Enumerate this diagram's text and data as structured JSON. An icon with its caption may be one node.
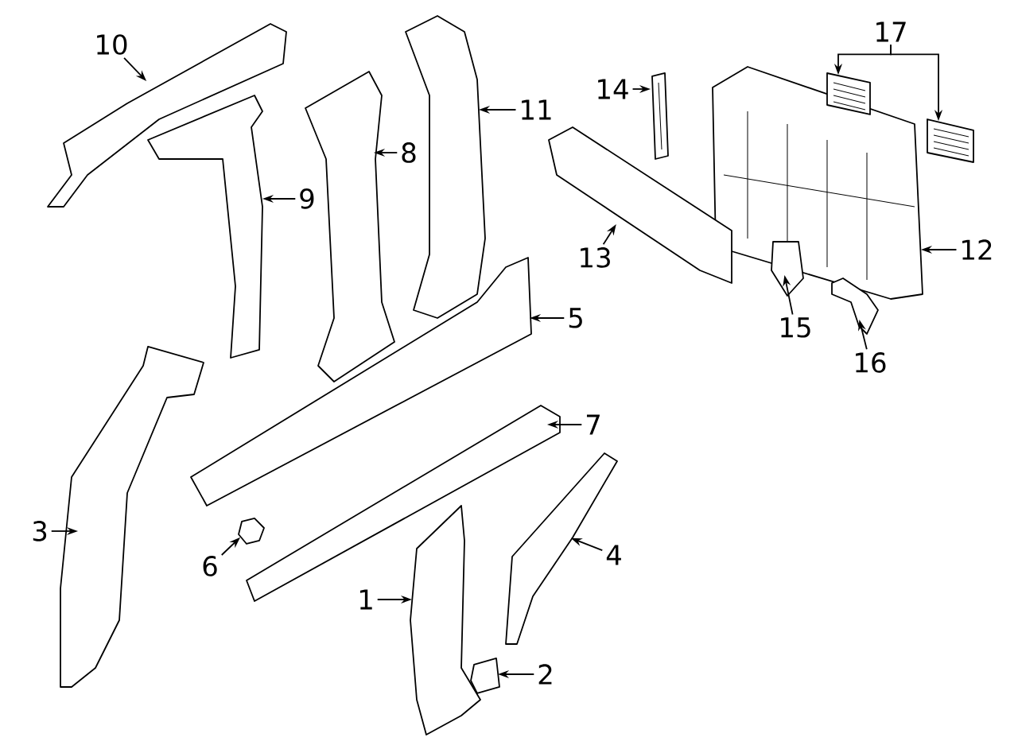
{
  "diagram": {
    "nodes": [
      {
        "text": [
          "1"
        ]
      },
      {
        "text": [
          "2"
        ]
      },
      {
        "text": [
          "3"
        ]
      },
      {
        "text": [
          "4"
        ]
      },
      {
        "text": [
          "5"
        ]
      },
      {
        "text": [
          "6"
        ]
      },
      {
        "text": [
          "7"
        ]
      },
      {
        "text": [
          "8"
        ]
      },
      {
        "text": [
          "9"
        ]
      },
      {
        "text": [
          "10"
        ]
      },
      {
        "text": [
          "11"
        ]
      },
      {
        "text": [
          "12"
        ]
      },
      {
        "text": [
          "13"
        ]
      },
      {
        "text": [
          "14"
        ]
      },
      {
        "text": [
          "15"
        ]
      },
      {
        "text": [
          "16"
        ]
      },
      {
        "text": [
          "17"
        ]
      },
      {
        "text": [],
        "shape": "picture"
      },
      {
        "text": [],
        "shape": "picture"
      },
      {
        "text": [],
        "shape": "picture"
      },
      {
        "text": [],
        "shape": "picture"
      },
      {
        "text": [],
        "shape": "picture"
      },
      {
        "text": [],
        "shape": "picture"
      },
      {
        "text": [],
        "shape": "picture"
      },
      {
        "text": [],
        "shape": "picture"
      },
      {
        "text": [],
        "shape": "picture"
      },
      {
        "text": [],
        "shape": "picture"
      },
      {
        "text": [],
        "shape": "picture"
      },
      {
        "text": [],
        "shape": "picture"
      },
      {
        "text": [],
        "shape": "picture"
      },
      {
        "text": [],
        "shape": "picture"
      },
      {
        "text": [],
        "shape": "picture"
      },
      {
        "text": [],
        "shape": "picture"
      },
      {
        "text": [],
        "shape": "picture"
      },
      {
        "text": [],
        "shape": "picture"
      }
    ],
    "edges": [
      {
        "from": 0,
        "to": 17,
        "arrow": "to"
      },
      {
        "from": 1,
        "to": 18,
        "arrow": "to"
      },
      {
        "from": 2,
        "to": 19,
        "arrow": "to"
      },
      {
        "from": 3,
        "to": 20,
        "arrow": "to"
      },
      {
        "from": 4,
        "to": 21,
        "arrow": "to"
      },
      {
        "from": 5,
        "to": 22,
        "arrow": "to"
      },
      {
        "from": 6,
        "to": 23,
        "arrow": "to"
      },
      {
        "from": 7,
        "to": 24,
        "arrow": "to"
      },
      {
        "from": 8,
        "to": 25,
        "arrow": "to"
      },
      {
        "from": 9,
        "to": 26,
        "arrow": "to"
      },
      {
        "from": 10,
        "to": 27,
        "arrow": "to"
      },
      {
        "from": 11,
        "to": 28,
        "arrow": "to"
      },
      {
        "from": 12,
        "to": 29,
        "arrow": "to"
      },
      {
        "from": 13,
        "to": 30,
        "arrow": "to"
      },
      {
        "from": 14,
        "to": 31,
        "arrow": "to"
      },
      {
        "from": 15,
        "to": 32,
        "arrow": "to"
      },
      {
        "from": 16,
        "to": 33,
        "arrow": "to"
      },
      {
        "from": 16,
        "to": 34,
        "arrow": "to"
      }
    ]
  }
}
